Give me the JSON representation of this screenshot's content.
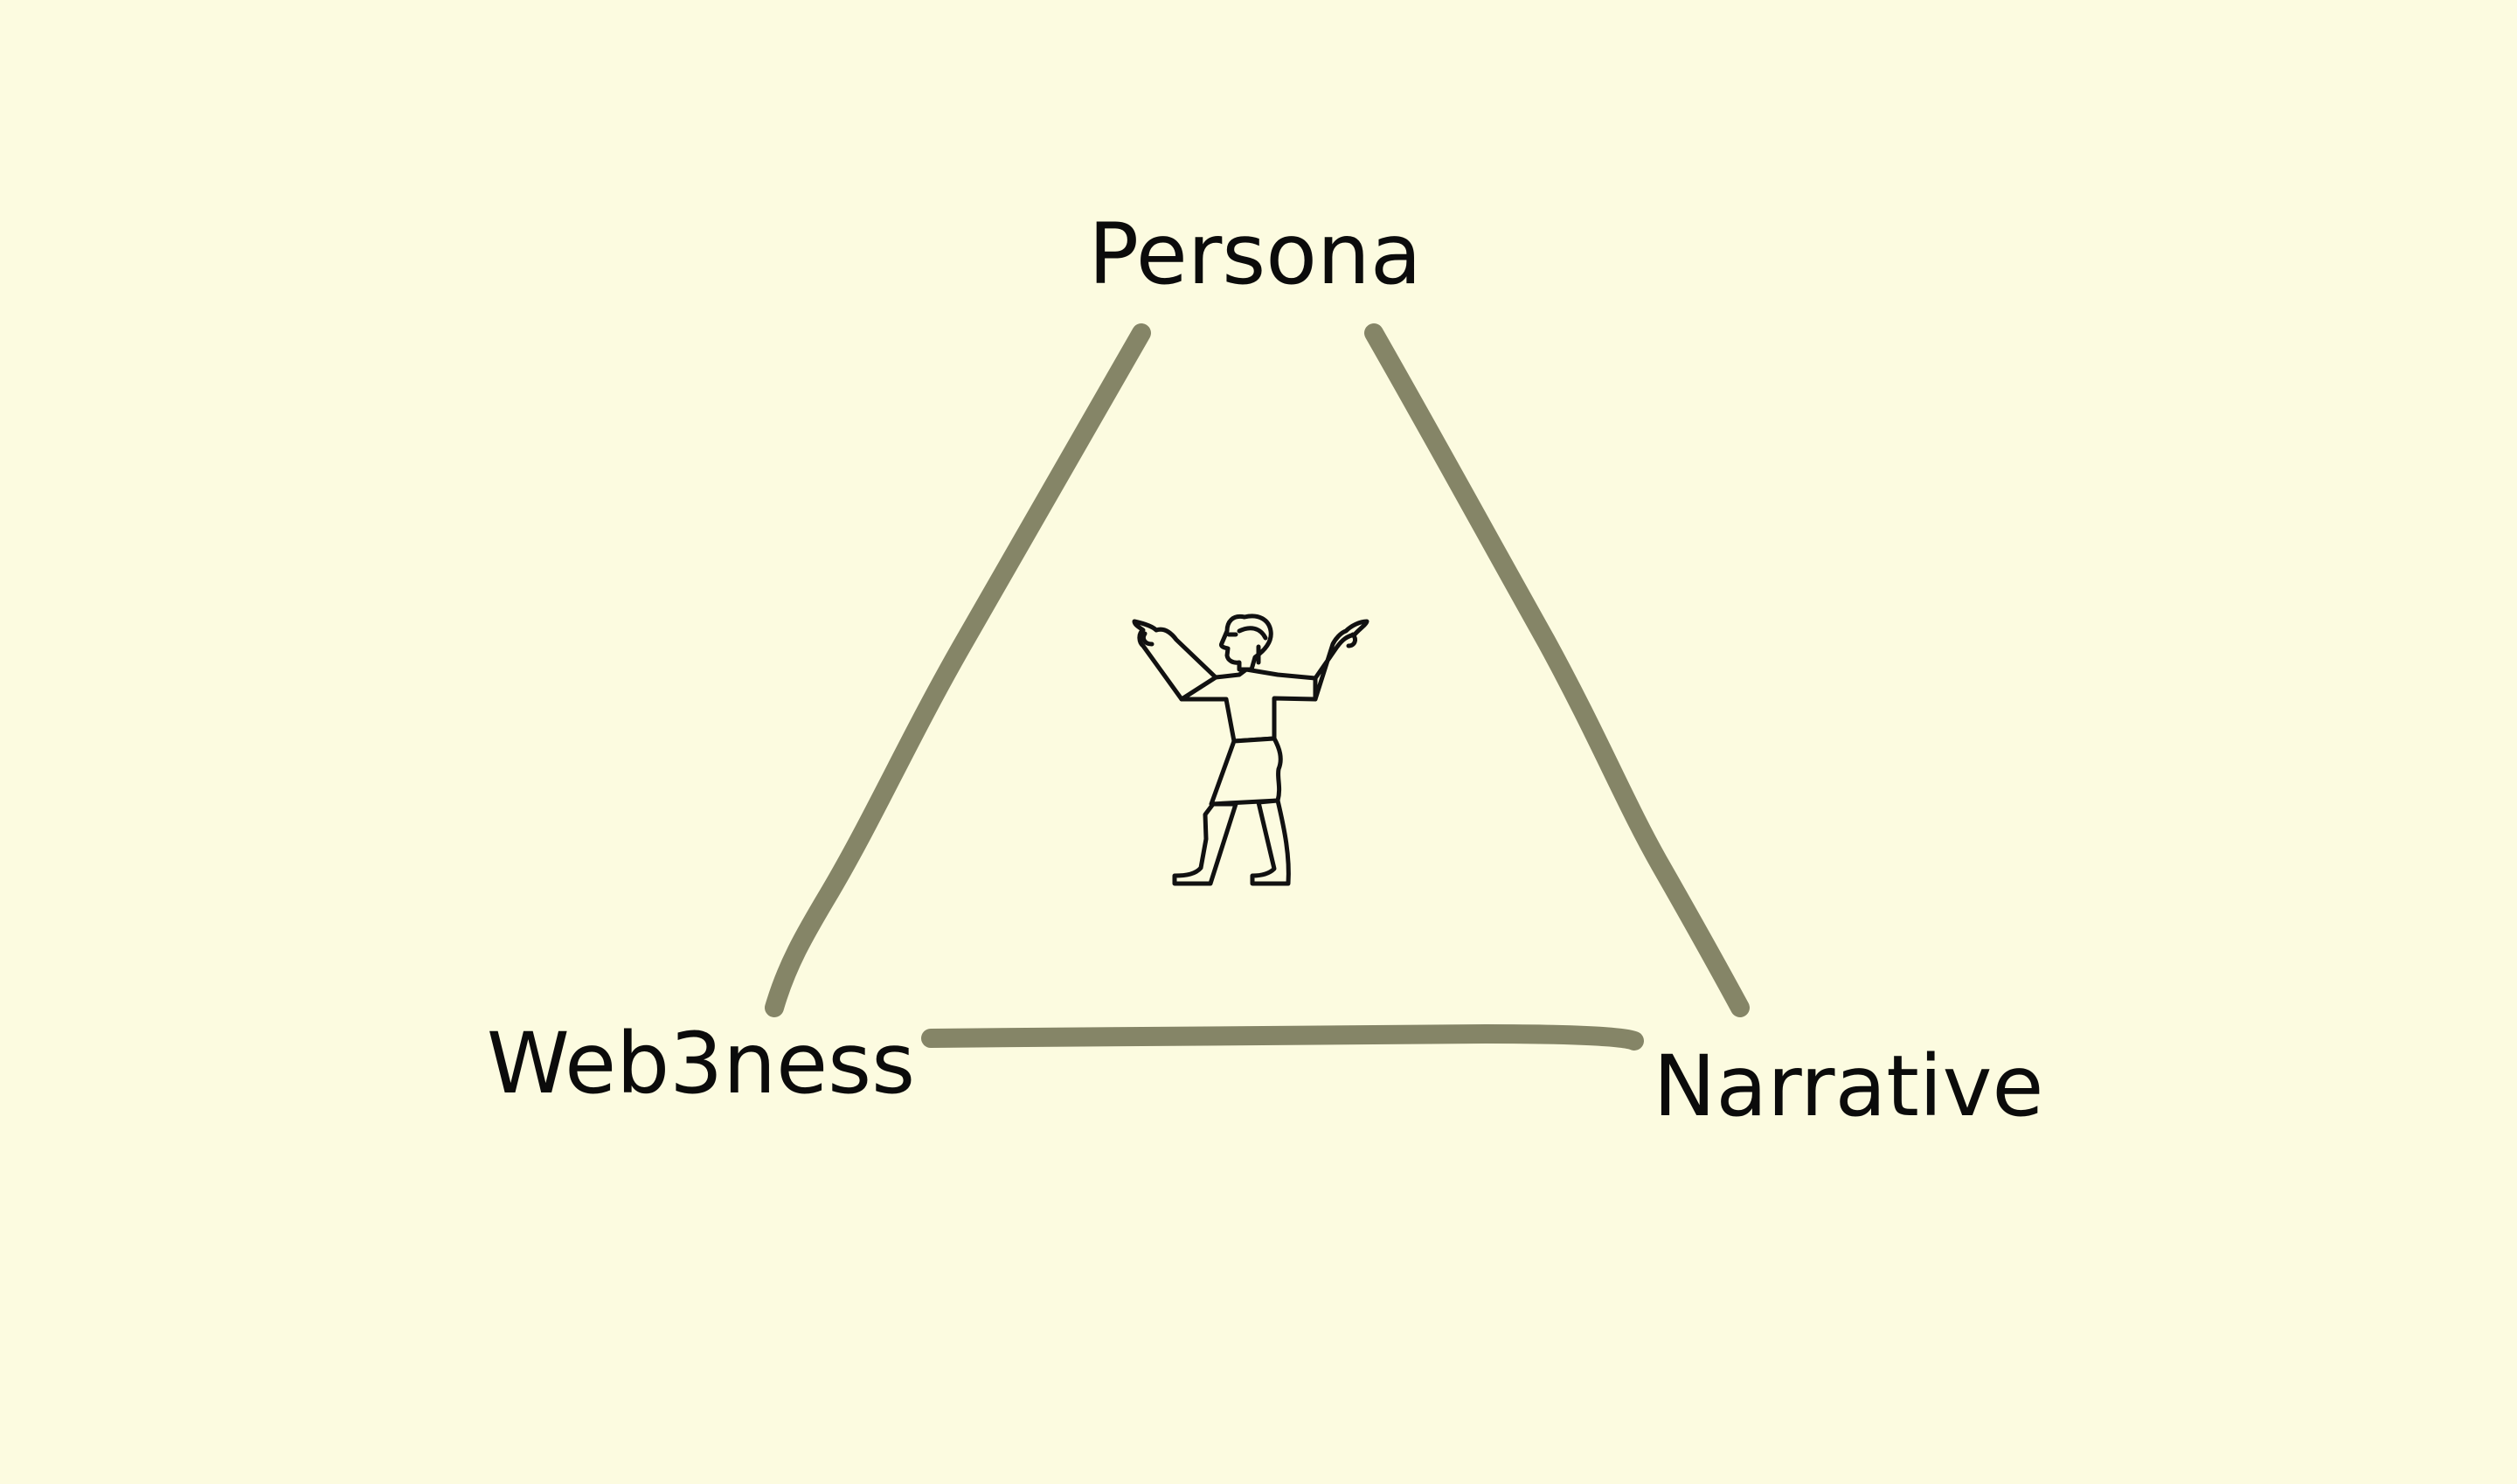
{
  "diagram": {
    "vertices": {
      "top": "Persona",
      "bottom_left": "Web3ness",
      "bottom_right": "Narrative"
    },
    "center_icon": "egyptian-hieroglyph-man-arms-raised-icon",
    "colors": {
      "background": "#fcfbe0",
      "edge": "#858567",
      "text": "#0b0b0b"
    }
  }
}
